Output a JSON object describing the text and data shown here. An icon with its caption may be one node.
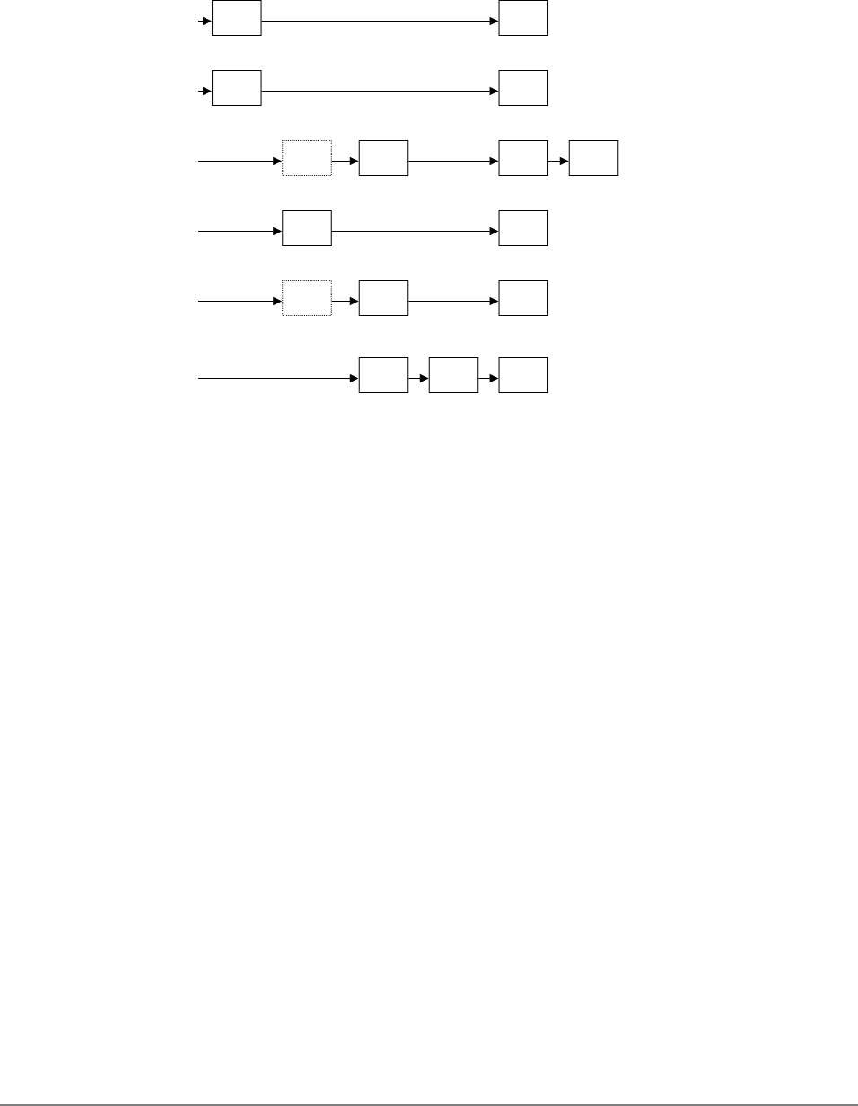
{
  "diagram": {
    "nodes": [
      {
        "text": [],
        "shape": "box"
      },
      {
        "text": [],
        "shape": "box"
      },
      {
        "text": [],
        "shape": "box"
      },
      {
        "text": [],
        "shape": "box"
      },
      {
        "text": [],
        "shape": "box"
      },
      {
        "text": [],
        "shape": "box"
      },
      {
        "text": [],
        "shape": "box"
      },
      {
        "text": [],
        "shape": "box"
      },
      {
        "text": [],
        "shape": "box"
      },
      {
        "text": [],
        "shape": "box"
      },
      {
        "text": [],
        "shape": "box"
      },
      {
        "text": [],
        "shape": "box"
      },
      {
        "text": [],
        "shape": "box"
      },
      {
        "text": [],
        "shape": "box"
      },
      {
        "text": [],
        "shape": "box"
      },
      {
        "text": [],
        "shape": "box"
      }
    ],
    "edges": [
      {
        "from": null,
        "to": 0,
        "arrow": "to"
      },
      {
        "from": 0,
        "to": 1,
        "arrow": "to"
      },
      {
        "from": null,
        "to": 2,
        "arrow": "to"
      },
      {
        "from": 2,
        "to": 3,
        "arrow": "to"
      },
      {
        "from": null,
        "to": 4,
        "arrow": "to"
      },
      {
        "from": 4,
        "to": 5,
        "arrow": "to"
      },
      {
        "from": 5,
        "to": 6,
        "arrow": "to"
      },
      {
        "from": 6,
        "to": 7,
        "arrow": "to"
      },
      {
        "from": null,
        "to": 8,
        "arrow": "to"
      },
      {
        "from": 8,
        "to": 9,
        "arrow": "to"
      },
      {
        "from": null,
        "to": 10,
        "arrow": "to"
      },
      {
        "from": 10,
        "to": 11,
        "arrow": "to"
      },
      {
        "from": 11,
        "to": 12,
        "arrow": "to"
      },
      {
        "from": null,
        "to": 13,
        "arrow": "to"
      },
      {
        "from": 13,
        "to": 14,
        "arrow": "to"
      },
      {
        "from": 14,
        "to": 15,
        "arrow": "to"
      }
    ]
  }
}
